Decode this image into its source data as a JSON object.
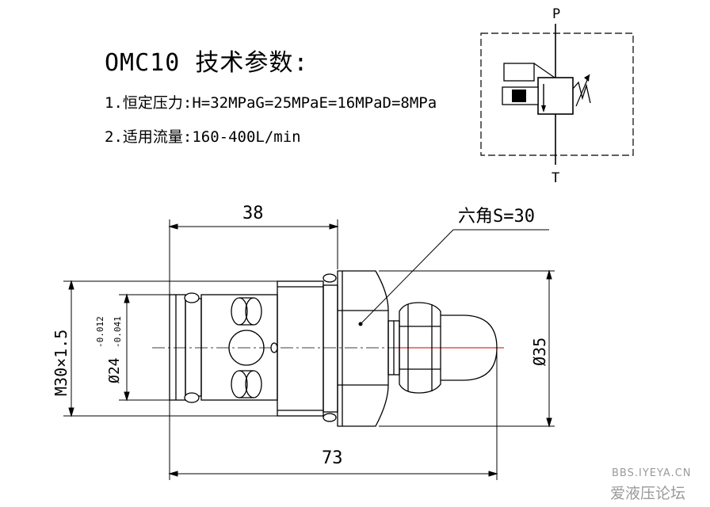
{
  "header": {
    "title": "OMC10 技术参数:",
    "spec_pressure": "1.恒定压力:H=32MPaG=25MPaE=16MPaD=8MPa",
    "spec_flow": "2.适用流量:160-400L/min"
  },
  "symbol": {
    "port_top": "P",
    "port_bottom": "T"
  },
  "drawing": {
    "dim_top": "38",
    "dim_bottom": "73",
    "hex_label": "六角S=30",
    "dim_right": "Ø35",
    "dim_thread": "M30×1.5",
    "dim_bore_main": "Ø24",
    "tol_upper": "-0.012",
    "tol_lower": "-0.041"
  },
  "watermark": {
    "site": "BBS.IYEYA.CN",
    "name": "爱液压论坛"
  }
}
